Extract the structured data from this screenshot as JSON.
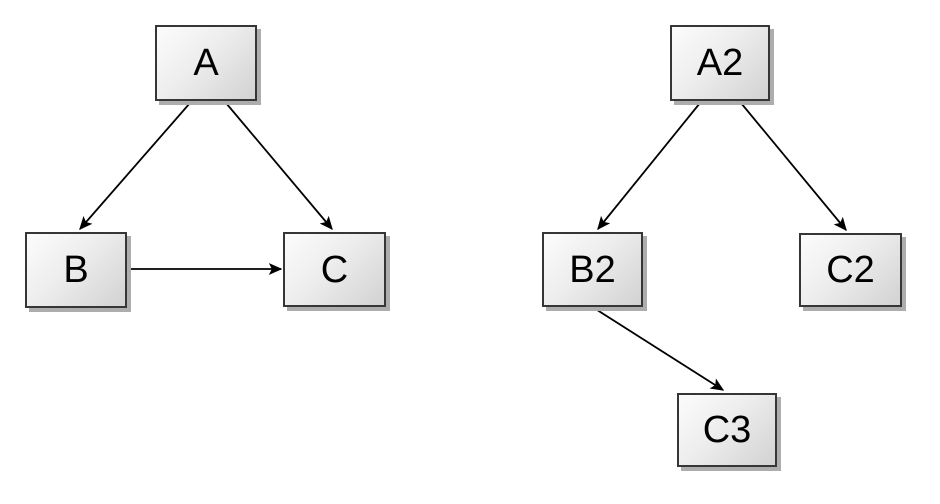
{
  "diagrams": {
    "left": {
      "nodes": [
        {
          "id": "A",
          "label": "A"
        },
        {
          "id": "B",
          "label": "B"
        },
        {
          "id": "C",
          "label": "C"
        }
      ],
      "edges": [
        {
          "from": "A",
          "to": "B"
        },
        {
          "from": "A",
          "to": "C"
        },
        {
          "from": "B",
          "to": "C"
        }
      ]
    },
    "right": {
      "nodes": [
        {
          "id": "A2",
          "label": "A2"
        },
        {
          "id": "B2",
          "label": "B2"
        },
        {
          "id": "C2",
          "label": "C2"
        },
        {
          "id": "C3",
          "label": "C3"
        }
      ],
      "edges": [
        {
          "from": "A2",
          "to": "B2"
        },
        {
          "from": "A2",
          "to": "C2"
        },
        {
          "from": "B2",
          "to": "C3"
        }
      ]
    }
  },
  "colors": {
    "background": "#ffffff",
    "node_border": "#363636",
    "node_fill_light": "#fcfcfc",
    "node_fill_dark": "#d2d2d2",
    "node_shadow": "#adadad",
    "edge_stroke": "#000000",
    "label_text": "#000000"
  }
}
